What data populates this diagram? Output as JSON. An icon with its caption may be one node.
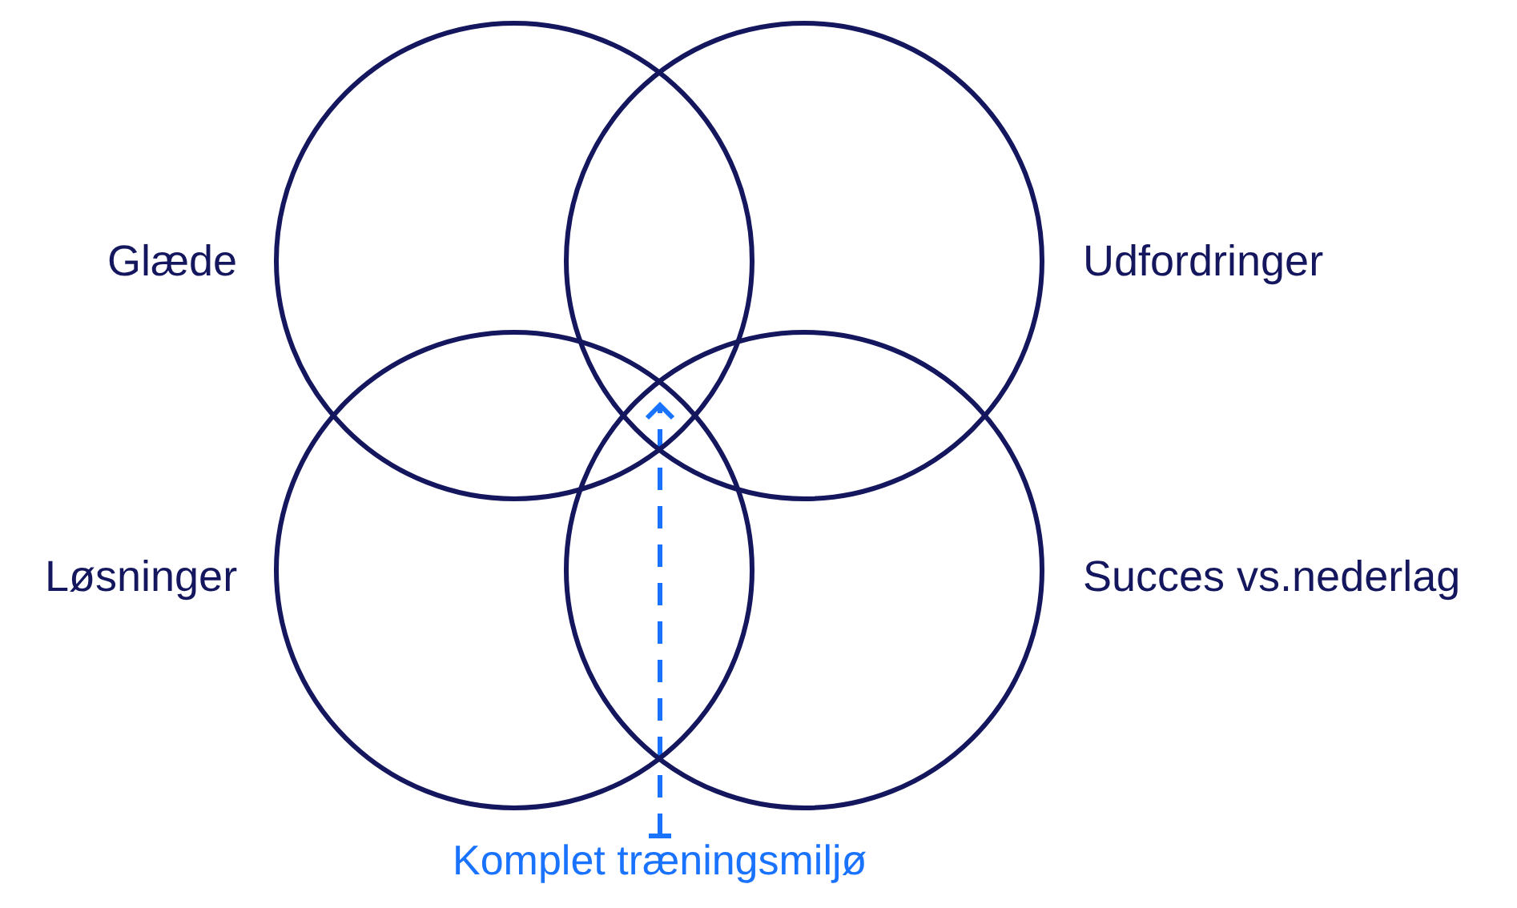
{
  "diagram": {
    "nodes": [
      {
        "text": [],
        "shape": "circle",
        "beside": [
          "Glæde"
        ]
      },
      {
        "text": [],
        "shape": "circle",
        "beside": [
          "Udfordringer"
        ]
      },
      {
        "text": [],
        "shape": "circle",
        "beside": [
          "Løsninger"
        ]
      },
      {
        "text": [],
        "shape": "circle",
        "beside": [
          "Succes vs.nederlag"
        ]
      },
      {
        "text": [
          "Komplet træningsmiljø"
        ]
      }
    ],
    "edges": [
      {
        "from": 4,
        "to": 0,
        "arrow": "to",
        "style": "dashed",
        "color": "#1a73ff"
      }
    ]
  }
}
